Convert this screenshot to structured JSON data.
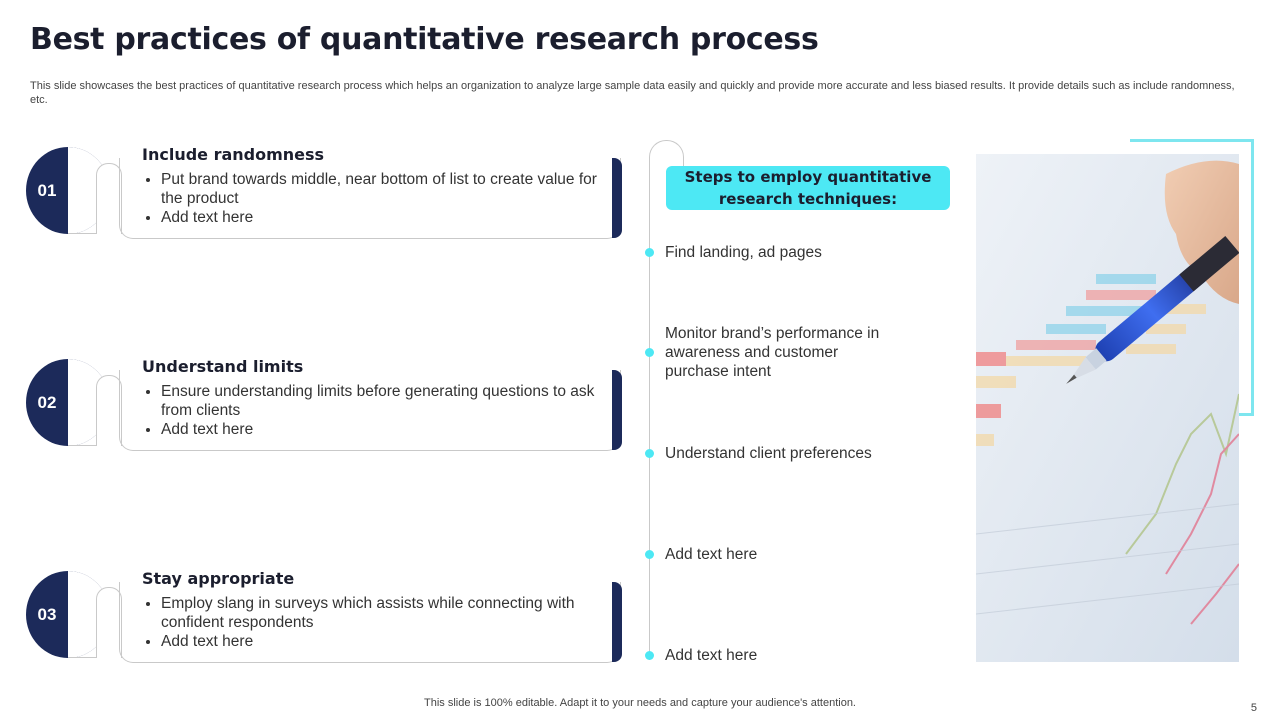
{
  "title": "Best practices of quantitative research process",
  "subtitle": "This slide showcases the best practices of quantitative research process which helps an organization to analyze large sample data easily and quickly and provide more accurate and less biased results. It provide details such as include randomness, etc.",
  "cards": [
    {
      "num": "01",
      "heading": "Include randomness",
      "bullets": [
        "Put brand towards middle, near bottom of list to create value for the product",
        "Add text here"
      ]
    },
    {
      "num": "02",
      "heading": "Understand limits",
      "bullets": [
        "Ensure understanding limits before generating questions to ask from clients",
        "Add text here"
      ]
    },
    {
      "num": "03",
      "heading": "Stay appropriate",
      "bullets": [
        "Employ slang in surveys which assists while connecting with confident respondents",
        "Add text here"
      ]
    }
  ],
  "steps": {
    "heading": "Steps to employ quantitative research techniques:",
    "items": [
      "Find landing, ad pages",
      "Monitor brand’s performance in awareness and customer purchase intent",
      "Understand client preferences",
      "Add text here",
      "Add text here"
    ]
  },
  "footer": "This slide is 100% editable. Adapt it to your needs and capture your audience's attention.",
  "page_number": "5",
  "colors": {
    "navy": "#1c2a5a",
    "cyan": "#4de8f4",
    "frame": "#7ee6ef"
  }
}
